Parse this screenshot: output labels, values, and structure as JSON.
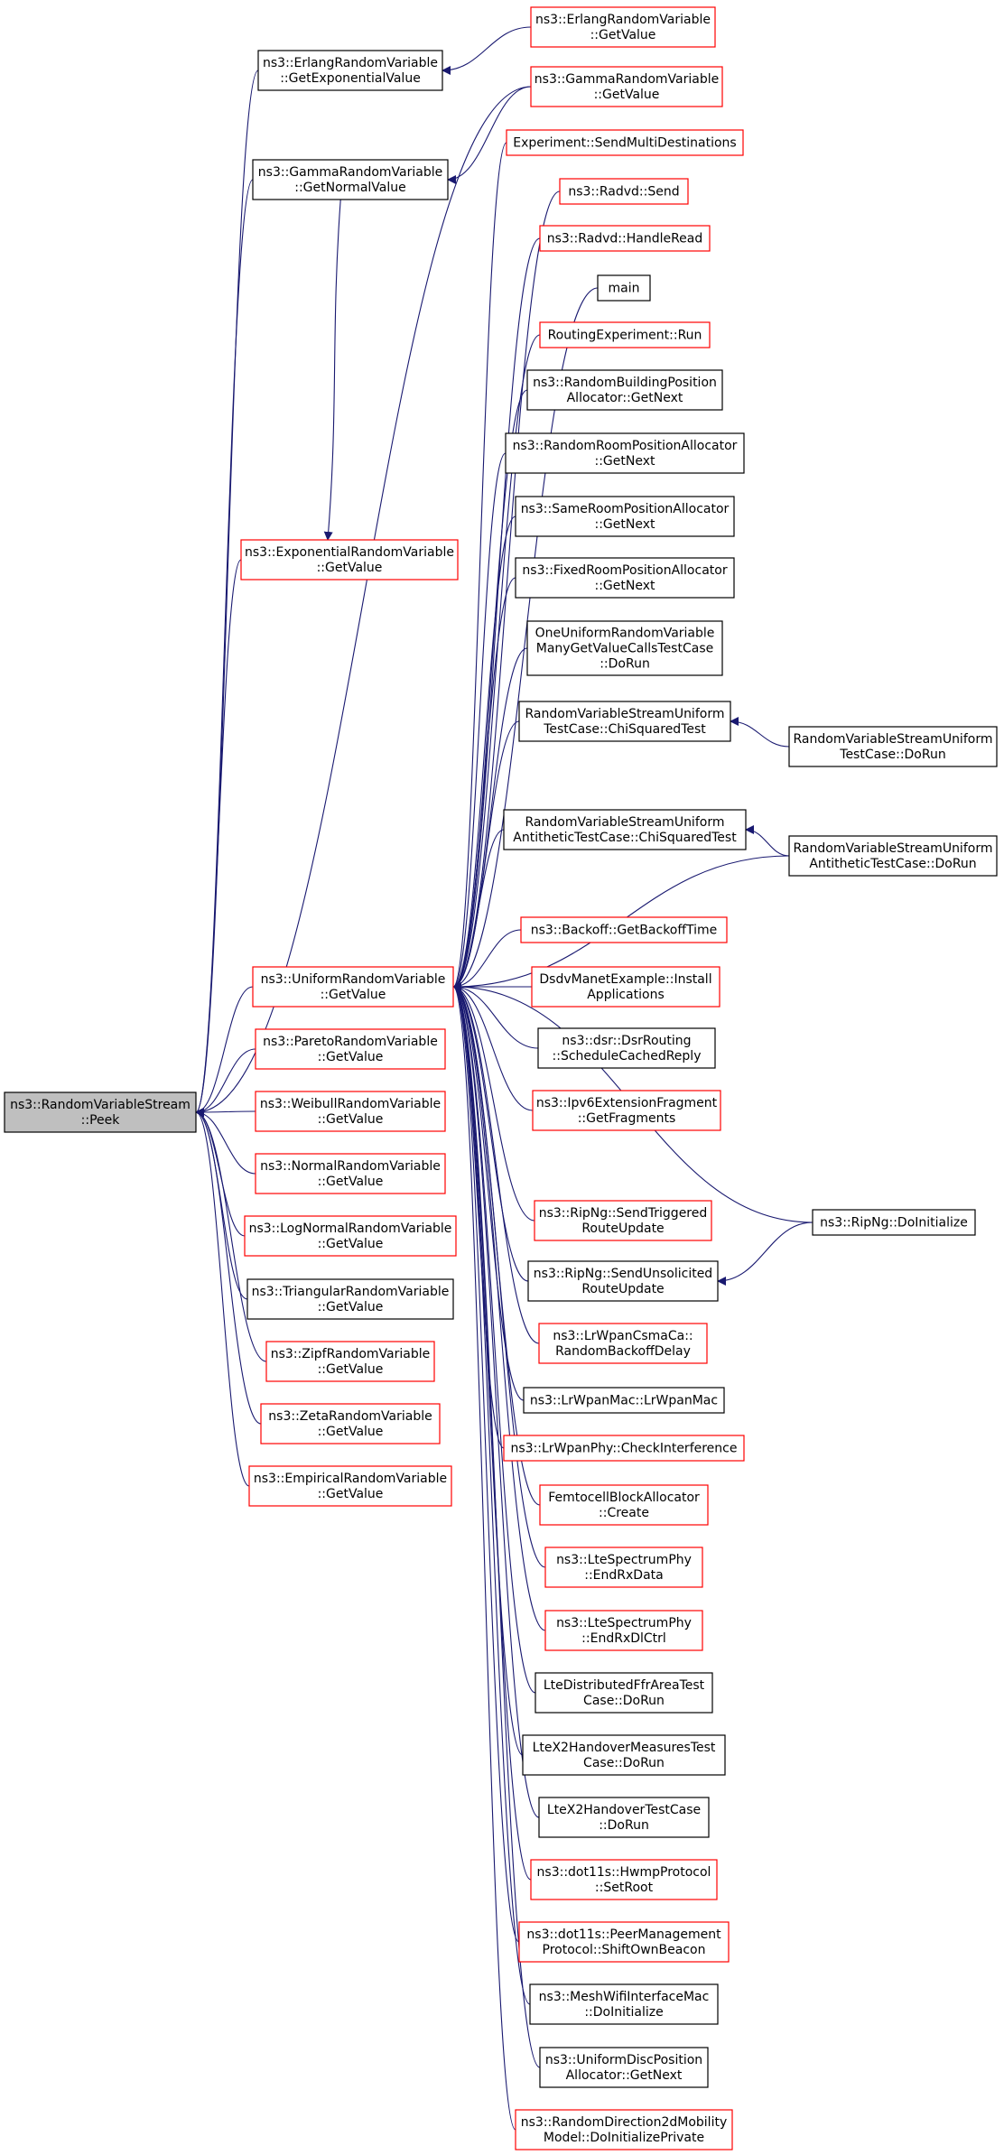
{
  "colors": {
    "edge": "#191970",
    "red_border": "#ff0000",
    "black_border": "#000000",
    "root_fill": "#bfbfbf"
  },
  "nodes": [
    {
      "id": "peek",
      "lines": [
        "ns3::RandomVariableStream",
        "::Peek"
      ],
      "style": "root"
    },
    {
      "id": "erlang_exp",
      "lines": [
        "ns3::ErlangRandomVariable",
        "::GetExponentialValue"
      ],
      "style": "black"
    },
    {
      "id": "erlang_get",
      "lines": [
        "ns3::ErlangRandomVariable",
        "::GetValue"
      ],
      "style": "red"
    },
    {
      "id": "gamma_normal",
      "lines": [
        "ns3::GammaRandomVariable",
        "::GetNormalValue"
      ],
      "style": "black"
    },
    {
      "id": "gamma_get",
      "lines": [
        "ns3::GammaRandomVariable",
        "::GetValue"
      ],
      "style": "red"
    },
    {
      "id": "exp_get",
      "lines": [
        "ns3::ExponentialRandomVariable",
        "::GetValue"
      ],
      "style": "red"
    },
    {
      "id": "uniform_get",
      "lines": [
        "ns3::UniformRandomVariable",
        "::GetValue"
      ],
      "style": "red"
    },
    {
      "id": "pareto",
      "lines": [
        "ns3::ParetoRandomVariable",
        "::GetValue"
      ],
      "style": "red"
    },
    {
      "id": "weibull",
      "lines": [
        "ns3::WeibullRandomVariable",
        "::GetValue"
      ],
      "style": "red"
    },
    {
      "id": "normal",
      "lines": [
        "ns3::NormalRandomVariable",
        "::GetValue"
      ],
      "style": "red"
    },
    {
      "id": "lognormal",
      "lines": [
        "ns3::LogNormalRandomVariable",
        "::GetValue"
      ],
      "style": "red"
    },
    {
      "id": "triangular",
      "lines": [
        "ns3::TriangularRandomVariable",
        "::GetValue"
      ],
      "style": "black"
    },
    {
      "id": "zipf",
      "lines": [
        "ns3::ZipfRandomVariable",
        "::GetValue"
      ],
      "style": "red"
    },
    {
      "id": "zeta",
      "lines": [
        "ns3::ZetaRandomVariable",
        "::GetValue"
      ],
      "style": "red"
    },
    {
      "id": "empirical",
      "lines": [
        "ns3::EmpiricalRandomVariable",
        "::GetValue"
      ],
      "style": "red"
    },
    {
      "id": "exp_send",
      "lines": [
        "Experiment::SendMultiDestinations"
      ],
      "style": "red"
    },
    {
      "id": "radvd_send",
      "lines": [
        "ns3::Radvd::Send"
      ],
      "style": "red"
    },
    {
      "id": "radvd_read",
      "lines": [
        "ns3::Radvd::HandleRead"
      ],
      "style": "red"
    },
    {
      "id": "main",
      "lines": [
        "main"
      ],
      "style": "black"
    },
    {
      "id": "routing_run",
      "lines": [
        "RoutingExperiment::Run"
      ],
      "style": "red"
    },
    {
      "id": "rand_building",
      "lines": [
        "ns3::RandomBuildingPosition",
        "Allocator::GetNext"
      ],
      "style": "black"
    },
    {
      "id": "rand_room",
      "lines": [
        "ns3::RandomRoomPositionAllocator",
        "::GetNext"
      ],
      "style": "black"
    },
    {
      "id": "same_room",
      "lines": [
        "ns3::SameRoomPositionAllocator",
        "::GetNext"
      ],
      "style": "black"
    },
    {
      "id": "fixed_room",
      "lines": [
        "ns3::FixedRoomPositionAllocator",
        "::GetNext"
      ],
      "style": "black"
    },
    {
      "id": "one_uniform",
      "lines": [
        "OneUniformRandomVariable",
        "ManyGetValueCallsTestCase",
        "::DoRun"
      ],
      "style": "black"
    },
    {
      "id": "rvs_chi",
      "lines": [
        "RandomVariableStreamUniform",
        "TestCase::ChiSquaredTest"
      ],
      "style": "black"
    },
    {
      "id": "rvs_dorun",
      "lines": [
        "RandomVariableStreamUniform",
        "TestCase::DoRun"
      ],
      "style": "black"
    },
    {
      "id": "rvs_anti_chi",
      "lines": [
        "RandomVariableStreamUniform",
        "AntitheticTestCase::ChiSquaredTest"
      ],
      "style": "black"
    },
    {
      "id": "rvs_anti_dorun",
      "lines": [
        "RandomVariableStreamUniform",
        "AntitheticTestCase::DoRun"
      ],
      "style": "black"
    },
    {
      "id": "backoff",
      "lines": [
        "ns3::Backoff::GetBackoffTime"
      ],
      "style": "red"
    },
    {
      "id": "dsdv",
      "lines": [
        "DsdvManetExample::Install",
        "Applications"
      ],
      "style": "red"
    },
    {
      "id": "dsr",
      "lines": [
        "ns3::dsr::DsrRouting",
        "::ScheduleCachedReply"
      ],
      "style": "black"
    },
    {
      "id": "ipv6frag",
      "lines": [
        "ns3::Ipv6ExtensionFragment",
        "::GetFragments"
      ],
      "style": "red"
    },
    {
      "id": "ripng_trig",
      "lines": [
        "ns3::RipNg::SendTriggered",
        "RouteUpdate"
      ],
      "style": "red"
    },
    {
      "id": "ripng_init",
      "lines": [
        "ns3::RipNg::DoInitialize"
      ],
      "style": "black"
    },
    {
      "id": "ripng_unsol",
      "lines": [
        "ns3::RipNg::SendUnsolicited",
        "RouteUpdate"
      ],
      "style": "black"
    },
    {
      "id": "lrwpan_csma",
      "lines": [
        "ns3::LrWpanCsmaCa::",
        "RandomBackoffDelay"
      ],
      "style": "red"
    },
    {
      "id": "lrwpan_mac",
      "lines": [
        "ns3::LrWpanMac::LrWpanMac"
      ],
      "style": "black"
    },
    {
      "id": "lrwpan_phy",
      "lines": [
        "ns3::LrWpanPhy::CheckInterference"
      ],
      "style": "red"
    },
    {
      "id": "femto",
      "lines": [
        "FemtocellBlockAllocator",
        "::Create"
      ],
      "style": "red"
    },
    {
      "id": "lte_rxdata",
      "lines": [
        "ns3::LteSpectrumPhy",
        "::EndRxData"
      ],
      "style": "red"
    },
    {
      "id": "lte_rxdl",
      "lines": [
        "ns3::LteSpectrumPhy",
        "::EndRxDlCtrl"
      ],
      "style": "red"
    },
    {
      "id": "lte_ffr",
      "lines": [
        "LteDistributedFfrAreaTest",
        "Case::DoRun"
      ],
      "style": "black"
    },
    {
      "id": "ltex2_meas",
      "lines": [
        "LteX2HandoverMeasuresTest",
        "Case::DoRun"
      ],
      "style": "black"
    },
    {
      "id": "ltex2_test",
      "lines": [
        "LteX2HandoverTestCase",
        "::DoRun"
      ],
      "style": "black"
    },
    {
      "id": "hwmp",
      "lines": [
        "ns3::dot11s::HwmpProtocol",
        "::SetRoot"
      ],
      "style": "red"
    },
    {
      "id": "peer_mgmt",
      "lines": [
        "ns3::dot11s::PeerManagement",
        "Protocol::ShiftOwnBeacon"
      ],
      "style": "red"
    },
    {
      "id": "mesh_wifi",
      "lines": [
        "ns3::MeshWifiInterfaceMac",
        "::DoInitialize"
      ],
      "style": "black"
    },
    {
      "id": "uniform_disc",
      "lines": [
        "ns3::UniformDiscPosition",
        "Allocator::GetNext"
      ],
      "style": "black"
    },
    {
      "id": "rand_dir",
      "lines": [
        "ns3::RandomDirection2dMobility",
        "Model::DoInitializePrivate"
      ],
      "style": "red"
    }
  ],
  "edges": [
    [
      "erlang_get",
      "erlang_exp"
    ],
    [
      "gamma_get",
      "gamma_normal"
    ],
    [
      "gamma_normal",
      "exp_get"
    ],
    [
      "erlang_exp",
      "peek"
    ],
    [
      "gamma_normal",
      "peek"
    ],
    [
      "gamma_get",
      "peek"
    ],
    [
      "exp_get",
      "peek"
    ],
    [
      "uniform_get",
      "peek"
    ],
    [
      "pareto",
      "peek"
    ],
    [
      "weibull",
      "peek"
    ],
    [
      "normal",
      "peek"
    ],
    [
      "lognormal",
      "peek"
    ],
    [
      "triangular",
      "peek"
    ],
    [
      "zipf",
      "peek"
    ],
    [
      "zeta",
      "peek"
    ],
    [
      "empirical",
      "peek"
    ],
    [
      "exp_send",
      "uniform_get"
    ],
    [
      "radvd_send",
      "uniform_get"
    ],
    [
      "radvd_read",
      "uniform_get"
    ],
    [
      "main",
      "uniform_get"
    ],
    [
      "routing_run",
      "uniform_get"
    ],
    [
      "rand_building",
      "uniform_get"
    ],
    [
      "rand_room",
      "uniform_get"
    ],
    [
      "same_room",
      "uniform_get"
    ],
    [
      "fixed_room",
      "uniform_get"
    ],
    [
      "one_uniform",
      "uniform_get"
    ],
    [
      "rvs_chi",
      "uniform_get"
    ],
    [
      "rvs_dorun",
      "rvs_chi"
    ],
    [
      "rvs_anti_chi",
      "uniform_get"
    ],
    [
      "rvs_anti_dorun",
      "rvs_anti_chi"
    ],
    [
      "rvs_anti_dorun",
      "uniform_get"
    ],
    [
      "backoff",
      "uniform_get"
    ],
    [
      "dsdv",
      "uniform_get"
    ],
    [
      "dsr",
      "uniform_get"
    ],
    [
      "ipv6frag",
      "uniform_get"
    ],
    [
      "ripng_trig",
      "uniform_get"
    ],
    [
      "ripng_init",
      "uniform_get"
    ],
    [
      "ripng_unsol",
      "uniform_get"
    ],
    [
      "ripng_init",
      "ripng_unsol"
    ],
    [
      "lrwpan_csma",
      "uniform_get"
    ],
    [
      "lrwpan_mac",
      "uniform_get"
    ],
    [
      "lrwpan_phy",
      "uniform_get"
    ],
    [
      "femto",
      "uniform_get"
    ],
    [
      "lte_rxdata",
      "uniform_get"
    ],
    [
      "lte_rxdl",
      "uniform_get"
    ],
    [
      "lte_ffr",
      "uniform_get"
    ],
    [
      "ltex2_meas",
      "uniform_get"
    ],
    [
      "ltex2_test",
      "uniform_get"
    ],
    [
      "hwmp",
      "uniform_get"
    ],
    [
      "peer_mgmt",
      "uniform_get"
    ],
    [
      "mesh_wifi",
      "uniform_get"
    ],
    [
      "uniform_disc",
      "uniform_get"
    ],
    [
      "rand_dir",
      "uniform_get"
    ]
  ]
}
